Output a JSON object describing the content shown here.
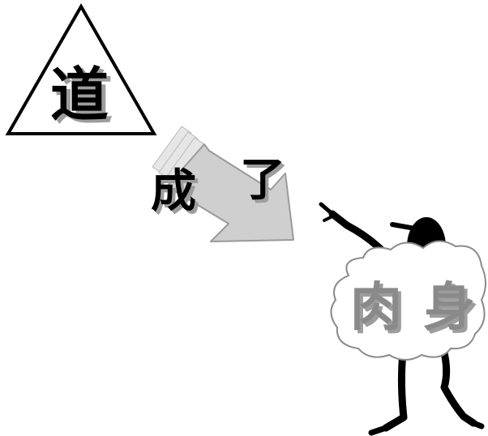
{
  "triangle_character": "道",
  "arrow_characters": [
    "成",
    "了"
  ],
  "cloud_characters": [
    "肉",
    "身"
  ],
  "colors": {
    "ink": "#000000",
    "arrow_fill": "#cfcfcf",
    "arrow_stroke": "#9a9a9a",
    "cloud_text": "#8a8a8a",
    "shadow": "#9d9d9d"
  },
  "icons": {
    "triangle": "warning-triangle-icon",
    "arrow": "diagonal-arrow-icon",
    "cloud": "cloud-shape",
    "figure": "stick-figure-pointing"
  }
}
